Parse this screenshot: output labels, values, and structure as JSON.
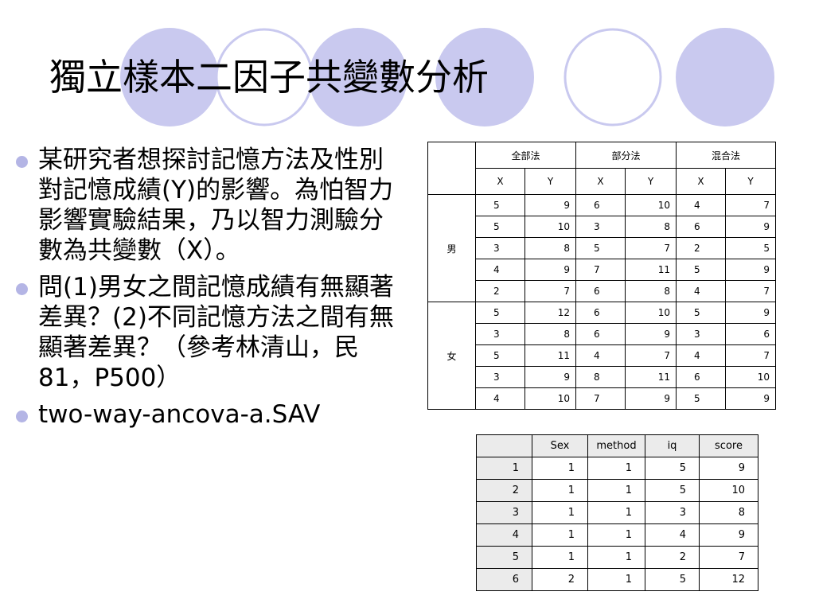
{
  "slide": {
    "title": "獨立樣本二因子共變數分析",
    "accent_color": "#c9c9ef",
    "bullets": [
      "某研究者想探討記憶方法及性別對記憶成績(Y)的影響。為怕智力影響實驗結果，乃以智力測驗分數為共變數（X）。",
      "問(1)男女之間記憶成績有無顯著差異？(2)不同記憶方法之間有無顯著差異？（參考林清山，民81，P500）",
      "two-way-ancova-a.SAV"
    ]
  },
  "design_table": {
    "methods": [
      "全部法",
      "部分法",
      "混合法"
    ],
    "subheaders": [
      "X",
      "Y",
      "X",
      "Y",
      "X",
      "Y"
    ],
    "groups": [
      {
        "label": "男",
        "rows": [
          [
            "5",
            "9",
            "6",
            "10",
            "4",
            "7"
          ],
          [
            "5",
            "10",
            "3",
            "8",
            "6",
            "9"
          ],
          [
            "3",
            "8",
            "5",
            "7",
            "2",
            "5"
          ],
          [
            "4",
            "9",
            "7",
            "11",
            "5",
            "9"
          ],
          [
            "2",
            "7",
            "6",
            "8",
            "4",
            "7"
          ]
        ]
      },
      {
        "label": "女",
        "rows": [
          [
            "5",
            "12",
            "6",
            "10",
            "5",
            "9"
          ],
          [
            "3",
            "8",
            "6",
            "9",
            "3",
            "6"
          ],
          [
            "5",
            "11",
            "4",
            "7",
            "4",
            "7"
          ],
          [
            "3",
            "9",
            "8",
            "11",
            "6",
            "10"
          ],
          [
            "4",
            "10",
            "7",
            "9",
            "5",
            "9"
          ]
        ]
      }
    ]
  },
  "spss_table": {
    "columns": [
      "",
      "Sex",
      "method",
      "iq",
      "score"
    ],
    "rows": [
      [
        "1",
        "1",
        "1",
        "5",
        "9"
      ],
      [
        "2",
        "1",
        "1",
        "5",
        "10"
      ],
      [
        "3",
        "1",
        "1",
        "3",
        "8"
      ],
      [
        "4",
        "1",
        "1",
        "4",
        "9"
      ],
      [
        "5",
        "1",
        "1",
        "2",
        "7"
      ],
      [
        "6",
        "2",
        "1",
        "5",
        "12"
      ]
    ]
  }
}
